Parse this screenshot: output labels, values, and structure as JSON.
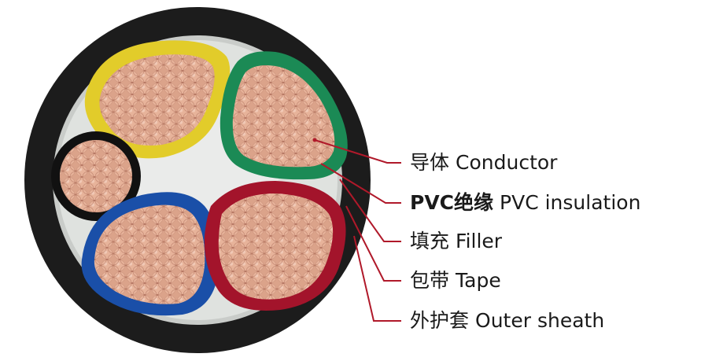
{
  "labels": [
    {
      "cn": "导体",
      "en": "Conductor"
    },
    {
      "cn": "PVC绝缘",
      "en": "PVC insulation"
    },
    {
      "cn": "填充",
      "en": "Filler"
    },
    {
      "cn": "包带",
      "en": "Tape"
    },
    {
      "cn": "外护套",
      "en": "Outer sheath"
    }
  ],
  "colors": {
    "outer_sheath": "#1c1c1c",
    "filler": "#dfe2df",
    "core_yellow": "#e2cc2a",
    "core_green": "#1b8a55",
    "core_blue": "#1a4fa8",
    "core_red": "#a3142b",
    "core_black": "#111111",
    "copper": "#e3a98c",
    "leader_line": "#b0192a"
  }
}
